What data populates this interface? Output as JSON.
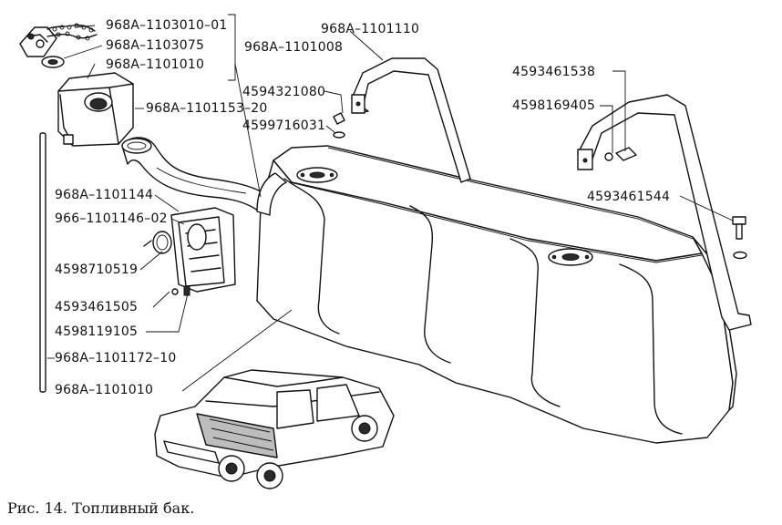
{
  "labels": {
    "cap": "968А–1103010–01",
    "gasket": "968А–1103075",
    "housing_top": "968А–1101010",
    "group_right": "968А–1101008",
    "strap_top": "968А–1101110",
    "bolt_a": "4594321080",
    "washer_a": "4599716031",
    "filler_neck": "968А–1101153–20",
    "bolt_b": "4593461538",
    "washer_b": "4598169405",
    "bolt_c": "4593461544",
    "flange": "968А–1101144",
    "seal": "966–1101146–02",
    "clamp": "4598710519",
    "screw": "4593461505",
    "lock_washer": "4598119105",
    "vent_tube": "968А–1101172–10",
    "tank": "968А–1101010"
  },
  "caption": "Рис. 14. Топливный бак."
}
